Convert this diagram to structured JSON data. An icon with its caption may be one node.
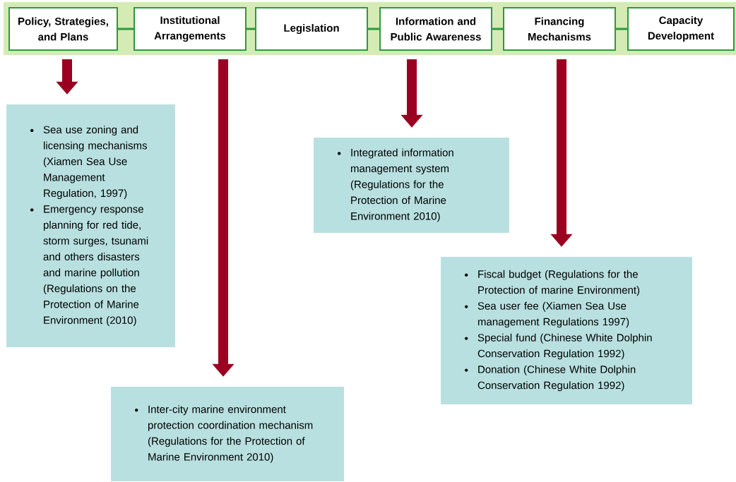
{
  "diagram": {
    "nodes": [
      {
        "text": [],
        "shape": "bar"
      },
      {
        "text": [
          "Policy, Strategies, and Plans"
        ],
        "in": 0
      },
      {
        "text": [
          "Institutional Arrangements"
        ],
        "in": 0
      },
      {
        "text": [
          "Legislation"
        ],
        "in": 0
      },
      {
        "text": [
          "Information and Public Awareness"
        ],
        "in": 0
      },
      {
        "text": [
          "Financing Mechanisms"
        ],
        "in": 0
      },
      {
        "text": [
          "Capacity Development"
        ],
        "in": 0
      },
      {
        "text": [
          "Sea use zoning and licensing mechanisms (Xiamen Sea Use Management Regulation, 1997)",
          "Emergency response planning for red tide, storm surges, tsunami and others disasters and marine pollution (Regulations on the Protection of Marine Environment (2010)"
        ]
      },
      {
        "text": [
          "Inter-city marine environment protection coordination mechanism (Regulations for the Protection of Marine Environment 2010)"
        ]
      },
      {
        "text": [
          "Integrated information management system (Regulations for the Protection of Marine Environment 2010)"
        ]
      },
      {
        "text": [
          "Fiscal budget (Regulations for the Protection of marine Environment)",
          "Sea user fee (Xiamen Sea Use management Regulations 1997)",
          "Special fund (Chinese White Dolphin Conservation Regulation 1992)",
          "Donation (Chinese White Dolphin Conservation Regulation 1992)"
        ]
      }
    ],
    "edges": [
      {
        "from": 1,
        "to": 2,
        "arrow": "none"
      },
      {
        "from": 2,
        "to": 3,
        "arrow": "none"
      },
      {
        "from": 3,
        "to": 4,
        "arrow": "none"
      },
      {
        "from": 4,
        "to": 5,
        "arrow": "none"
      },
      {
        "from": 5,
        "to": 6,
        "arrow": "none"
      },
      {
        "from": 1,
        "to": 7,
        "arrow": "to",
        "style": "thick",
        "color": "#9b0020"
      },
      {
        "from": 2,
        "to": 8,
        "arrow": "to",
        "style": "thick",
        "color": "#9b0020"
      },
      {
        "from": 4,
        "to": 9,
        "arrow": "to",
        "style": "thick",
        "color": "#9b0020"
      },
      {
        "from": 5,
        "to": 10,
        "arrow": "to",
        "style": "thick",
        "color": "#9b0020"
      }
    ]
  }
}
